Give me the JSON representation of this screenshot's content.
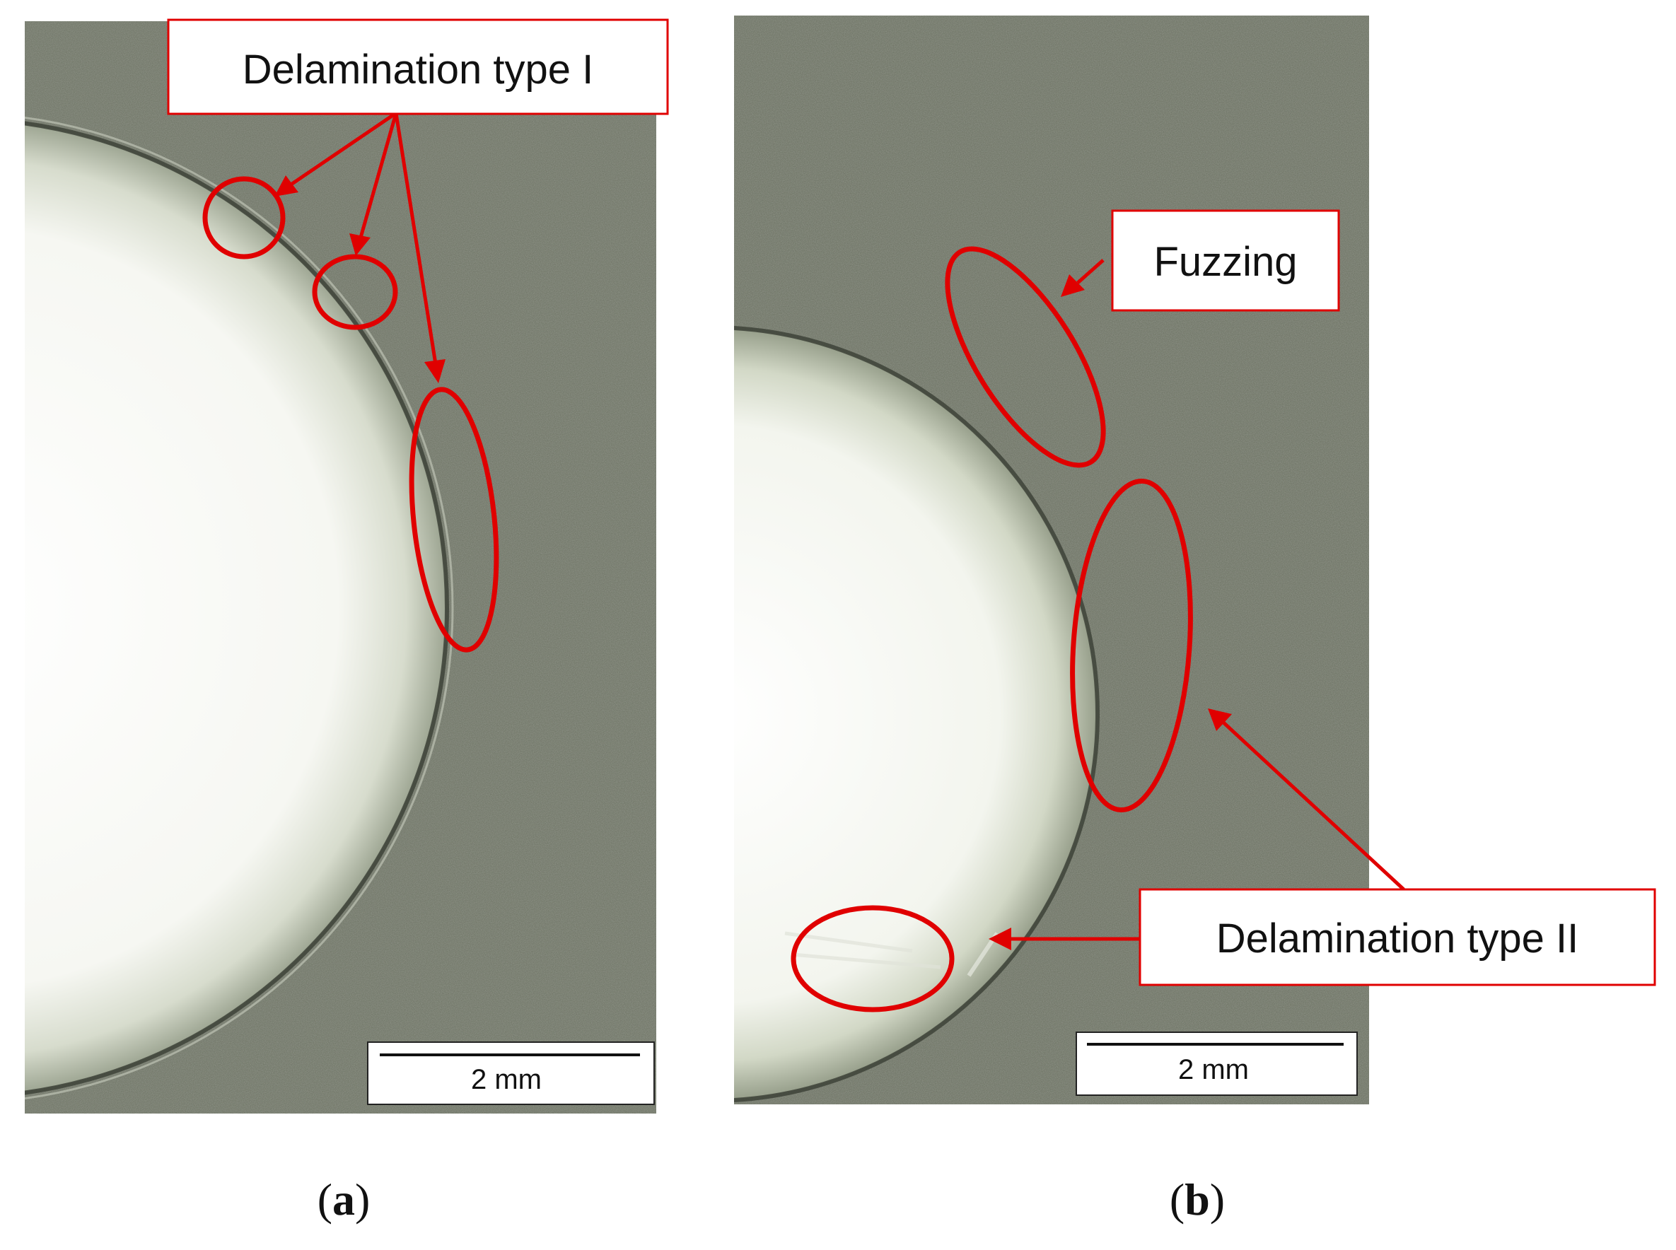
{
  "panel_a": {
    "callout": "Delamination type I",
    "scale_label": "2 mm",
    "caption_open": "(",
    "caption_letter": "a",
    "caption_close": ")"
  },
  "panel_b": {
    "callout_fuzzing": "Fuzzing",
    "callout_delam": "Delamination type II",
    "scale_label": "2 mm",
    "caption_open": "(",
    "caption_letter": "b",
    "caption_close": ")"
  },
  "colors": {
    "annotation": "#e00000",
    "material_gray": "#6e7466",
    "hole_white": "#f3f4ef"
  }
}
